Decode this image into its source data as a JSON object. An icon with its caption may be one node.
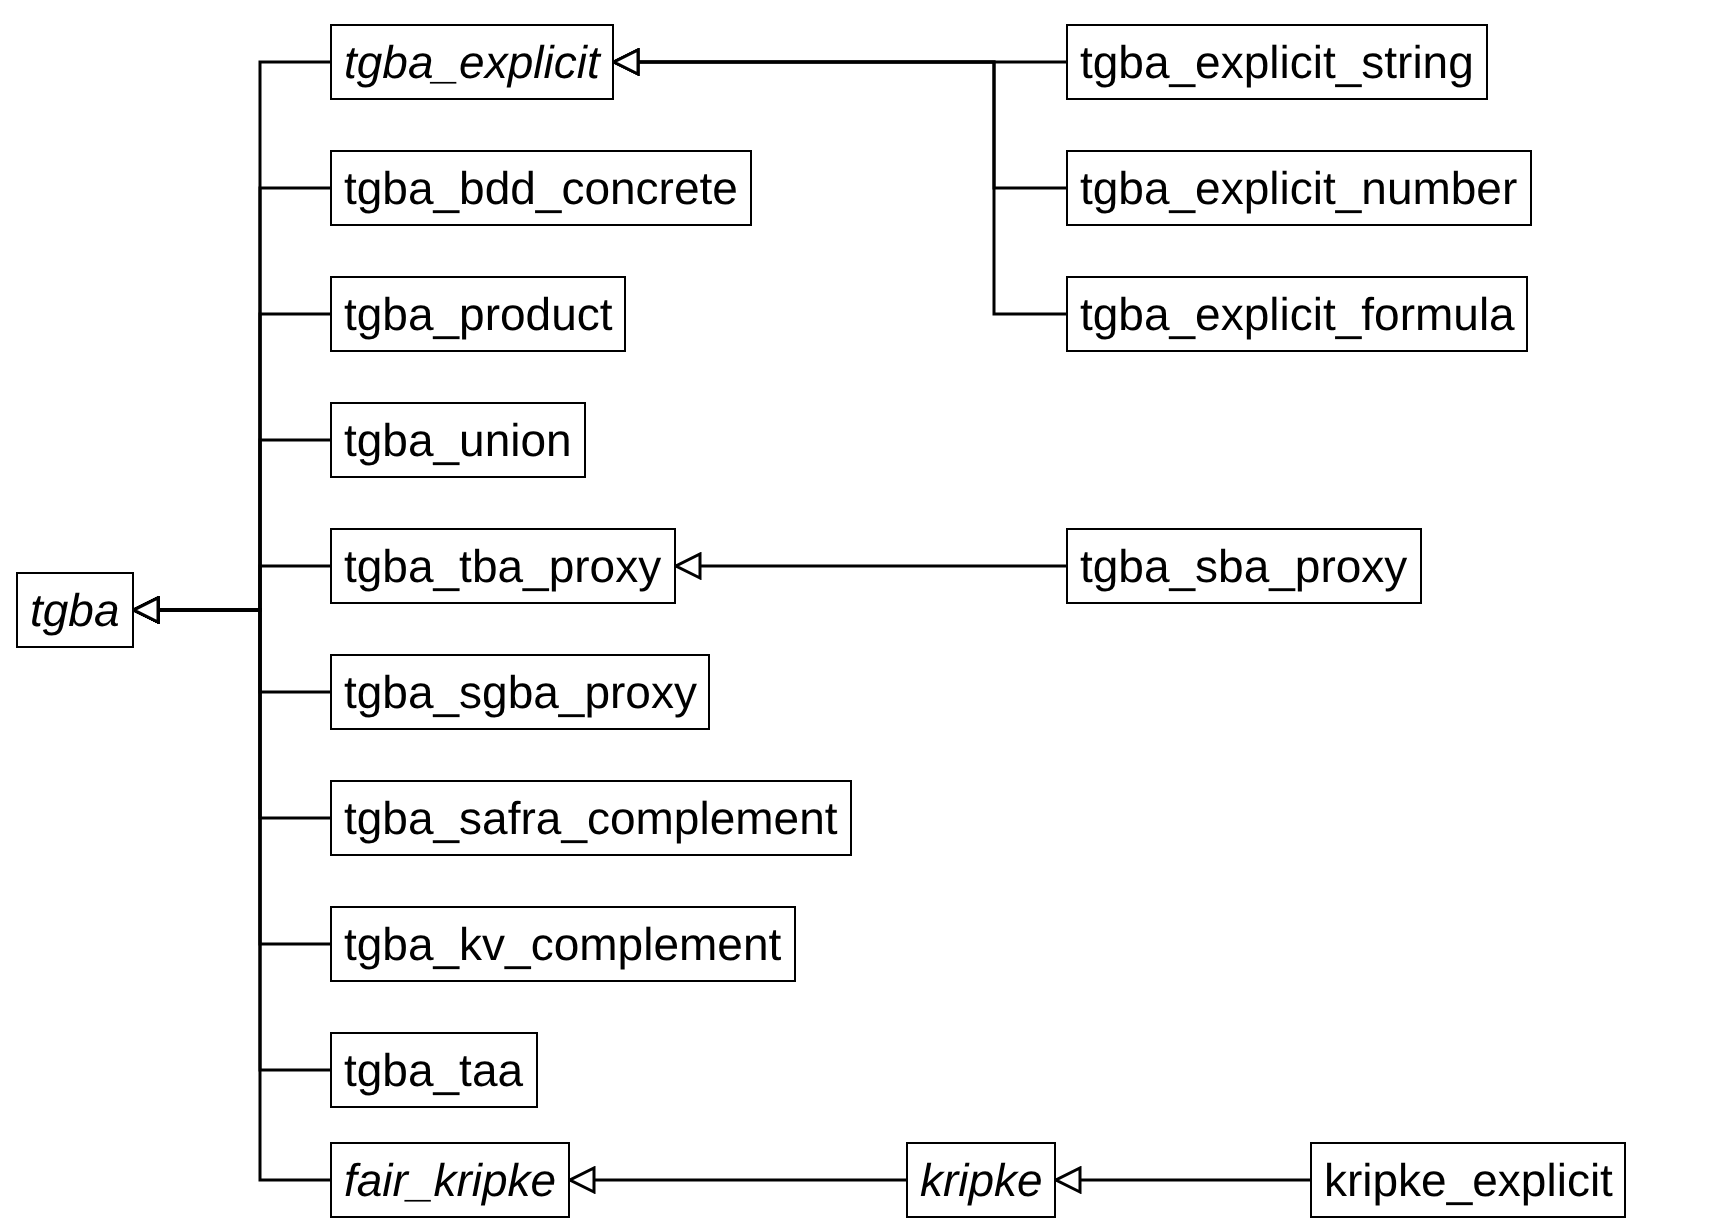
{
  "diagram": {
    "nodes": [
      {
        "text": [
          "tgba"
        ]
      },
      {
        "text": [
          "tgba_explicit"
        ]
      },
      {
        "text": [
          "tgba_bdd_concrete"
        ]
      },
      {
        "text": [
          "tgba_product"
        ]
      },
      {
        "text": [
          "tgba_union"
        ]
      },
      {
        "text": [
          "tgba_tba_proxy"
        ]
      },
      {
        "text": [
          "tgba_sgba_proxy"
        ]
      },
      {
        "text": [
          "tgba_safra_complement"
        ]
      },
      {
        "text": [
          "tgba_kv_complement"
        ]
      },
      {
        "text": [
          "tgba_taa"
        ]
      },
      {
        "text": [
          "fair_kripke"
        ]
      },
      {
        "text": [
          "tgba_explicit_string"
        ]
      },
      {
        "text": [
          "tgba_explicit_number"
        ]
      },
      {
        "text": [
          "tgba_explicit_formula"
        ]
      },
      {
        "text": [
          "tgba_sba_proxy"
        ]
      },
      {
        "text": [
          "kripke"
        ]
      },
      {
        "text": [
          "kripke_explicit"
        ]
      }
    ],
    "edges": [
      {
        "from": 1,
        "to": 0,
        "arrow": "to"
      },
      {
        "from": 2,
        "to": 0,
        "arrow": "to"
      },
      {
        "from": 3,
        "to": 0,
        "arrow": "to"
      },
      {
        "from": 4,
        "to": 0,
        "arrow": "to"
      },
      {
        "from": 5,
        "to": 0,
        "arrow": "to"
      },
      {
        "from": 6,
        "to": 0,
        "arrow": "to"
      },
      {
        "from": 7,
        "to": 0,
        "arrow": "to"
      },
      {
        "from": 8,
        "to": 0,
        "arrow": "to"
      },
      {
        "from": 9,
        "to": 0,
        "arrow": "to"
      },
      {
        "from": 10,
        "to": 0,
        "arrow": "to"
      },
      {
        "from": 11,
        "to": 1,
        "arrow": "to"
      },
      {
        "from": 12,
        "to": 1,
        "arrow": "to"
      },
      {
        "from": 13,
        "to": 1,
        "arrow": "to"
      },
      {
        "from": 14,
        "to": 5,
        "arrow": "to"
      },
      {
        "from": 15,
        "to": 10,
        "arrow": "to"
      },
      {
        "from": 16,
        "to": 15,
        "arrow": "to"
      }
    ]
  }
}
